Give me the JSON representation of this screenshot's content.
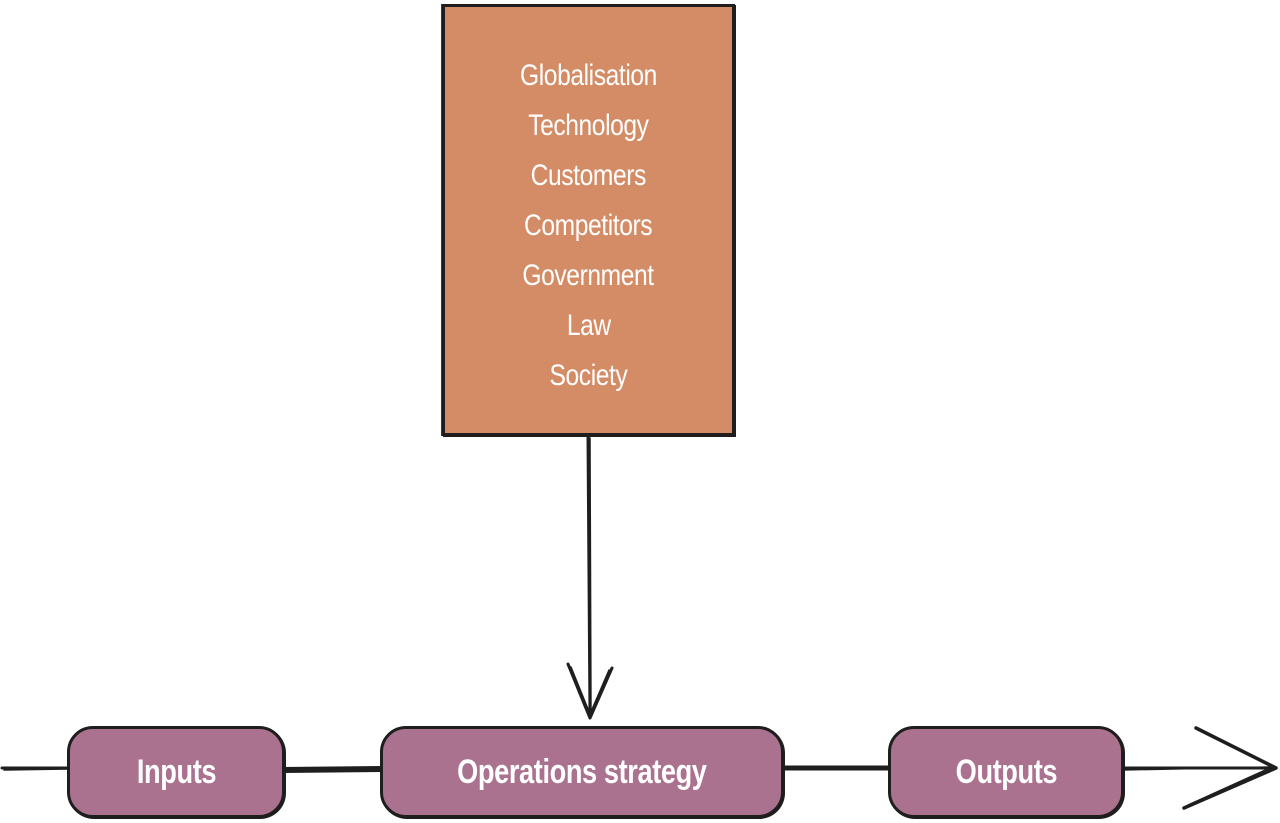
{
  "colors": {
    "factor_fill": "#d48c66",
    "pill_fill": "#ab728f",
    "stroke": "#1e1e1e"
  },
  "external_factors": {
    "items": [
      "Globalisation",
      "Technology",
      "Customers",
      "Competitors",
      "Government",
      "Law",
      "Society"
    ]
  },
  "flow": {
    "inputs": "Inputs",
    "operations": "Operations strategy",
    "outputs": "Outputs"
  }
}
